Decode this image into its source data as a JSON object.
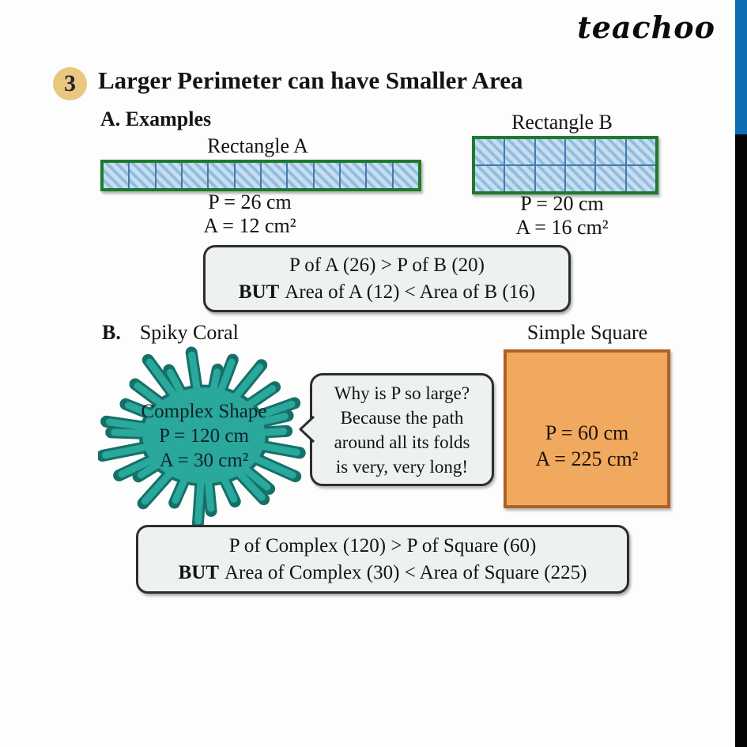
{
  "logo": {
    "text": "teachoo"
  },
  "title": {
    "badge": "3",
    "text": "Larger Perimeter can have Smaller Area"
  },
  "section_a": {
    "heading": "A. Examples",
    "rect_a": {
      "label": "Rectangle A",
      "perimeter": "P = 26 cm",
      "area": "A = 12 cm²",
      "cols": 12,
      "rows": 1
    },
    "rect_b": {
      "label": "Rectangle B",
      "perimeter": "P = 20 cm",
      "area": "A = 16 cm²",
      "cols": 6,
      "rows": 2
    },
    "conclusion": {
      "line1": "P of A (26) > P of B (20)",
      "line2_bold": "BUT",
      "line2_rest": "Area of A (12) < Area of B (16)"
    }
  },
  "section_b": {
    "label": "B.",
    "left_heading": "Spiky Coral",
    "right_heading": "Simple Square",
    "coral": {
      "name": "Complex Shape",
      "perimeter": "P = 120 cm",
      "area": "A = 30 cm²"
    },
    "bubble": {
      "lines": [
        "Why is P so large?",
        "Because the path",
        "around all its folds",
        "is very, very long!"
      ]
    },
    "square": {
      "perimeter": "P = 60 cm",
      "area": "A = 225 cm²"
    },
    "conclusion": {
      "line1": "P of Complex (120) > P of Square (60)",
      "line2_bold": "BUT",
      "line2_rest": "Area of Complex (30) < Area of Square (225)"
    }
  },
  "colors": {
    "edge_blue": "#0d6eb5",
    "edge_black": "#040404",
    "badge_bg": "#e9c77f",
    "grid_border_green": "#1d7b2b",
    "grid_cell_blue": "#c6def1",
    "grid_stripe_blue": "#93bcdd",
    "grid_line_blue": "#4779ad",
    "coral_fill": "#29a89b",
    "coral_outline": "#157068",
    "square_fill": "#f0a95e",
    "square_border": "#ad6126",
    "box_fill": "#edf1f0",
    "box_border": "#2d2d2d"
  }
}
